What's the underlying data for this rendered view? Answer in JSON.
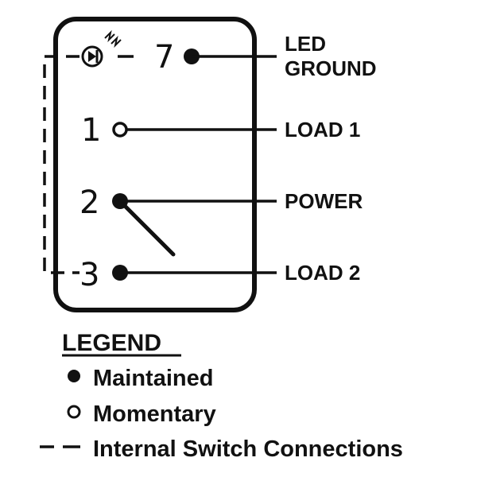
{
  "terminals": [
    {
      "pin": "7",
      "label_line1": "LED",
      "label_line2": "GROUND",
      "contact": "maintained"
    },
    {
      "pin": "1",
      "label_line1": "LOAD 1",
      "contact": "momentary"
    },
    {
      "pin": "2",
      "label_line1": "POWER",
      "contact": "maintained"
    },
    {
      "pin": "3",
      "label_line1": "LOAD 2",
      "contact": "maintained"
    }
  ],
  "legend": {
    "title": "LEGEND",
    "maintained": "Maintained",
    "momentary": "Momentary",
    "internal": "Internal Switch Connections"
  },
  "icons": {
    "led": "led-icon"
  },
  "colors": {
    "ink": "#111111",
    "background": "#ffffff"
  }
}
